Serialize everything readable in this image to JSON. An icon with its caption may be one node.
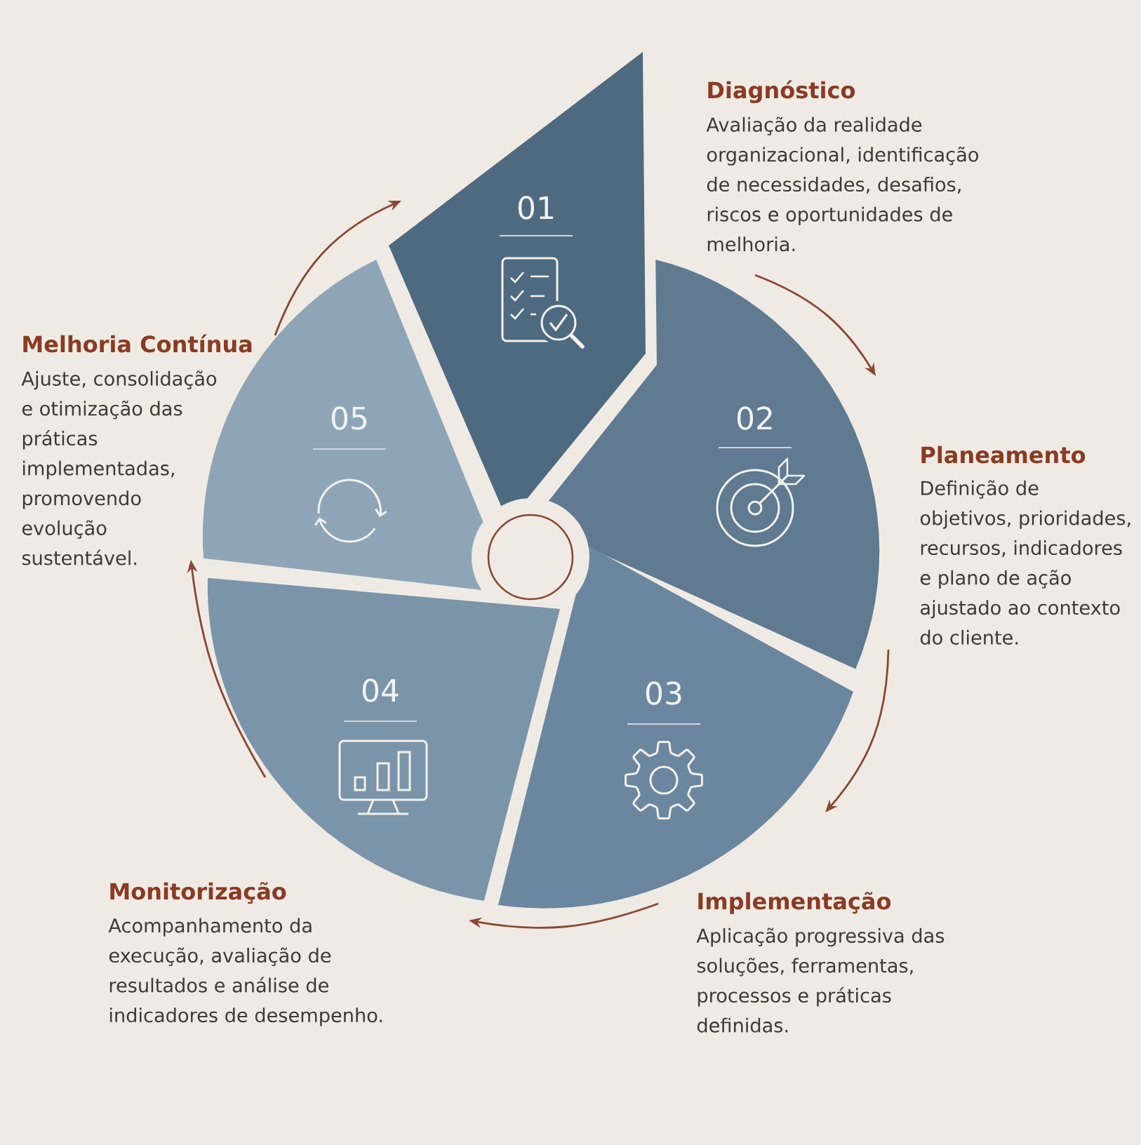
{
  "diagram": {
    "nodes": [
      {
        "text": [
          "01"
        ],
        "beside": [
          "Diagnóstico",
          "Avaliação da realidade organizacional, identificação de necessidades, desafios, riscos e oportunidades de melhoria."
        ]
      },
      {
        "text": [
          "02"
        ],
        "beside": [
          "Planeamento",
          "Definição de objetivos, prioridades, recursos, indicadores e plano de ação ajustado ao contexto do cliente."
        ]
      },
      {
        "text": [
          "03"
        ],
        "beside": [
          "Implementação",
          "Aplicação progressiva das soluções, ferramentas, processos e práticas definidas."
        ]
      },
      {
        "text": [
          "04"
        ],
        "beside": [
          "Monitorização",
          "Acompanhamento da execução, avaliação de resultados e análise de indicadores de desempenho."
        ]
      },
      {
        "text": [
          "05"
        ],
        "beside": [
          "Melhoria Contínua",
          "Ajuste, consolidação e otimização das práticas implementadas, promovendo evolução sustentável."
        ]
      }
    ],
    "edges": [
      {
        "from": 0,
        "to": 1,
        "arrow": "to"
      },
      {
        "from": 1,
        "to": 2,
        "arrow": "to"
      },
      {
        "from": 2,
        "to": 3,
        "arrow": "to"
      },
      {
        "from": 3,
        "to": 4,
        "arrow": "to"
      },
      {
        "from": 4,
        "to": 0,
        "arrow": "to"
      }
    ]
  }
}
